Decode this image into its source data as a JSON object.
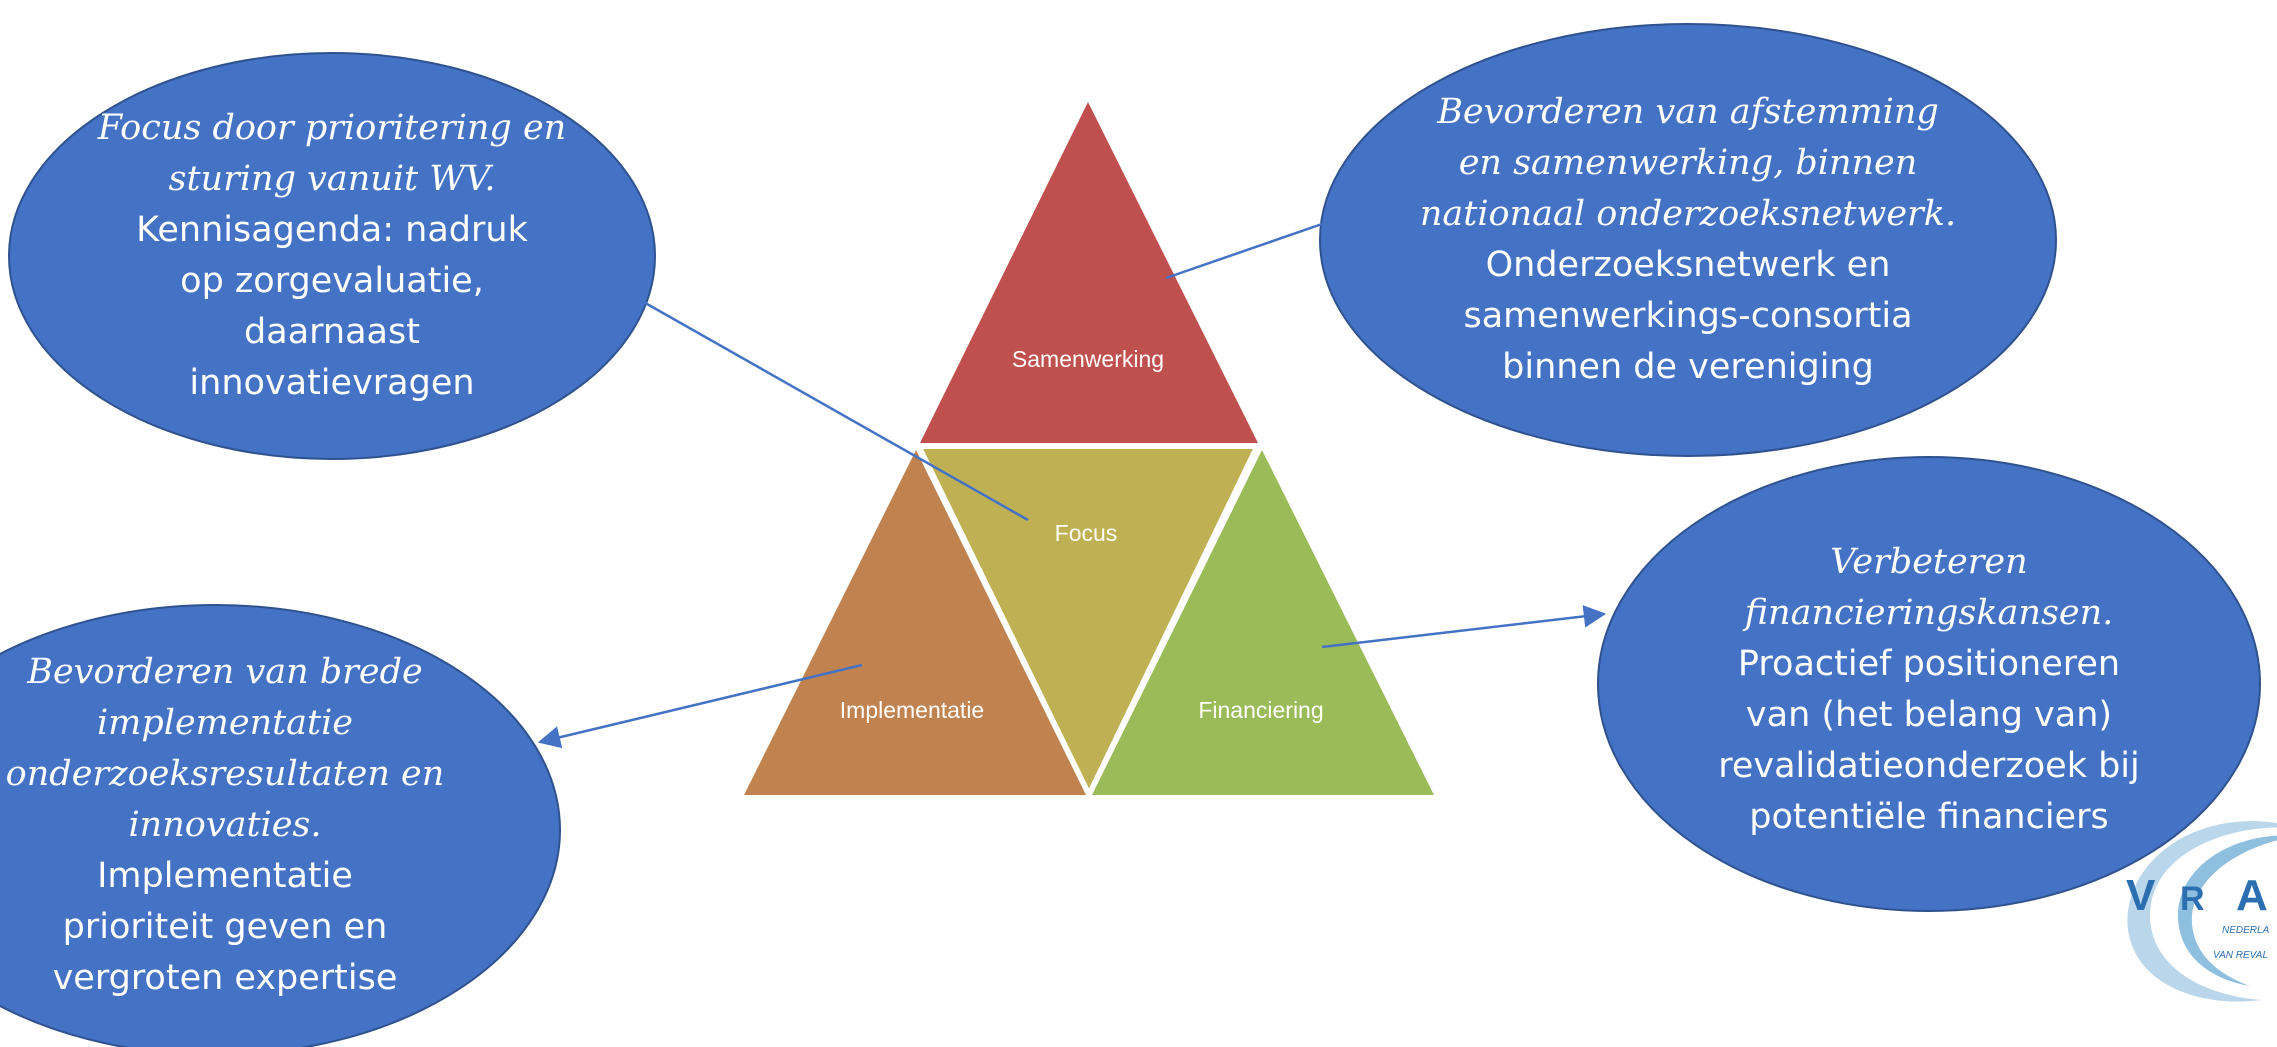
{
  "triangles": {
    "top": {
      "label": "Samenwerking",
      "color": "#C0504D"
    },
    "center": {
      "label": "Focus",
      "color": "#BFB153"
    },
    "left": {
      "label": "Implementatie",
      "color": "#C0834F"
    },
    "right": {
      "label": "Financiering",
      "color": "#9BBB59"
    }
  },
  "ellipse_color": "#4472C4",
  "connector_color": "#4472C4",
  "ellipses": {
    "top_left": {
      "lines": [
        "Focus door prioritering en",
        "sturing vanuit WV.",
        "Kennisagenda: nadruk",
        "op zorgevaluatie,",
        "daarnaast",
        "innovatievragen"
      ]
    },
    "top_right": {
      "lines": [
        "Bevorderen van afstemming",
        "en samenwerking, binnen",
        "nationaal onderzoeksnetwerk.",
        "Onderzoeksnetwerk en",
        "samenwerkings-consortia",
        "binnen de vereniging"
      ]
    },
    "bottom_left": {
      "lines": [
        "Bevorderen van brede",
        "implementatie",
        "onderzoeksresultaten en",
        "innovaties.",
        "Implementatie",
        "prioriteit geven en",
        "vergroten expertise"
      ]
    },
    "bottom_right": {
      "lines": [
        "Verbeteren",
        "financieringskansen.",
        "Proactief positioneren",
        "van (het belang van)",
        "revalidatieonderzoek bij",
        "potentiële financiers"
      ]
    }
  },
  "logo": {
    "letters": [
      "V",
      "R",
      "A"
    ],
    "subtitle_line1": "NEDERLA",
    "subtitle_line2": "VAN REVAL"
  }
}
